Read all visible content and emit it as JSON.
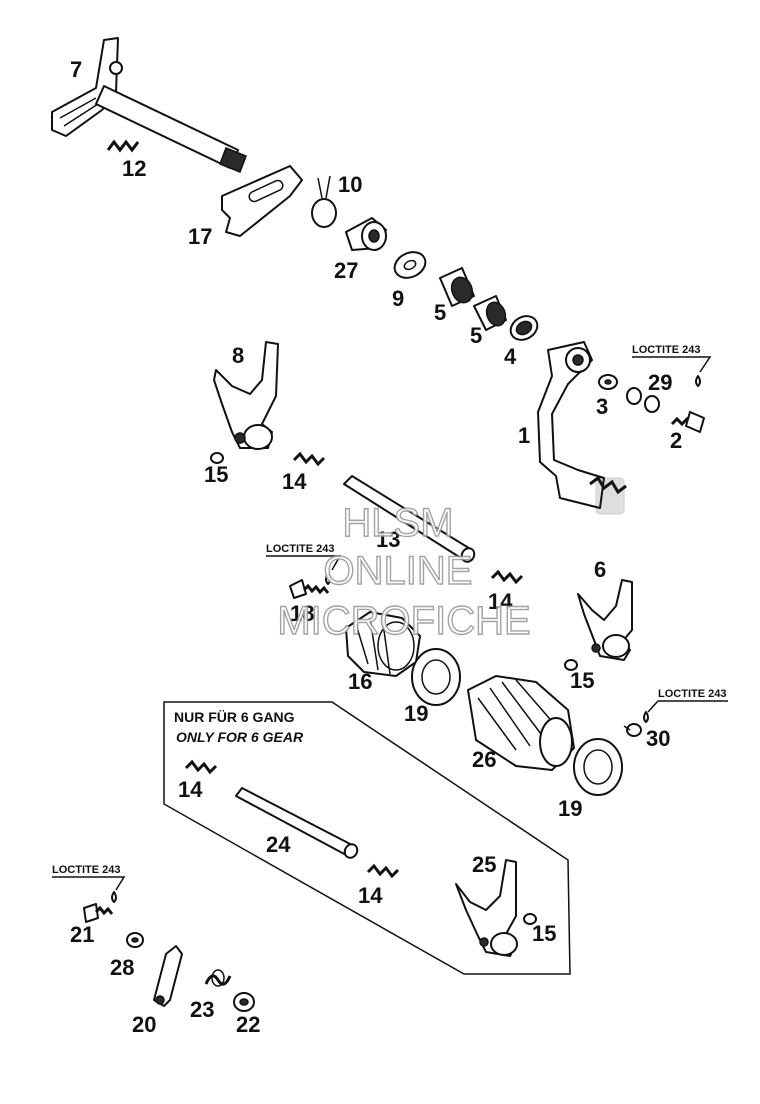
{
  "labels": {
    "p1": "1",
    "p2": "2",
    "p3": "3",
    "p4": "4",
    "p5a": "5",
    "p5b": "5",
    "p6": "6",
    "p7": "7",
    "p8": "8",
    "p9": "9",
    "p10": "10",
    "p12": "12",
    "p13": "13",
    "p14a": "14",
    "p14b": "14",
    "p14c": "14",
    "p14d": "14",
    "p15a": "15",
    "p15b": "15",
    "p15c": "15",
    "p16": "16",
    "p17": "17",
    "p18": "18",
    "p19a": "19",
    "p19b": "19",
    "p20": "20",
    "p21": "21",
    "p22": "22",
    "p23": "23",
    "p24": "24",
    "p25": "25",
    "p26": "26",
    "p27": "27",
    "p28": "28",
    "p29": "29",
    "p30": "30"
  },
  "loctite": {
    "a": "LOCTITE 243",
    "b": "LOCTITE 243",
    "c": "LOCTITE 243",
    "d": "LOCTITE 243"
  },
  "note": {
    "line1": "NUR FÜR 6 GANG",
    "line2": "ONLY FOR 6 GEAR"
  },
  "watermark": {
    "line1": "HLSM",
    "line2": "ONLINE",
    "line3": "MICROFICHE"
  }
}
